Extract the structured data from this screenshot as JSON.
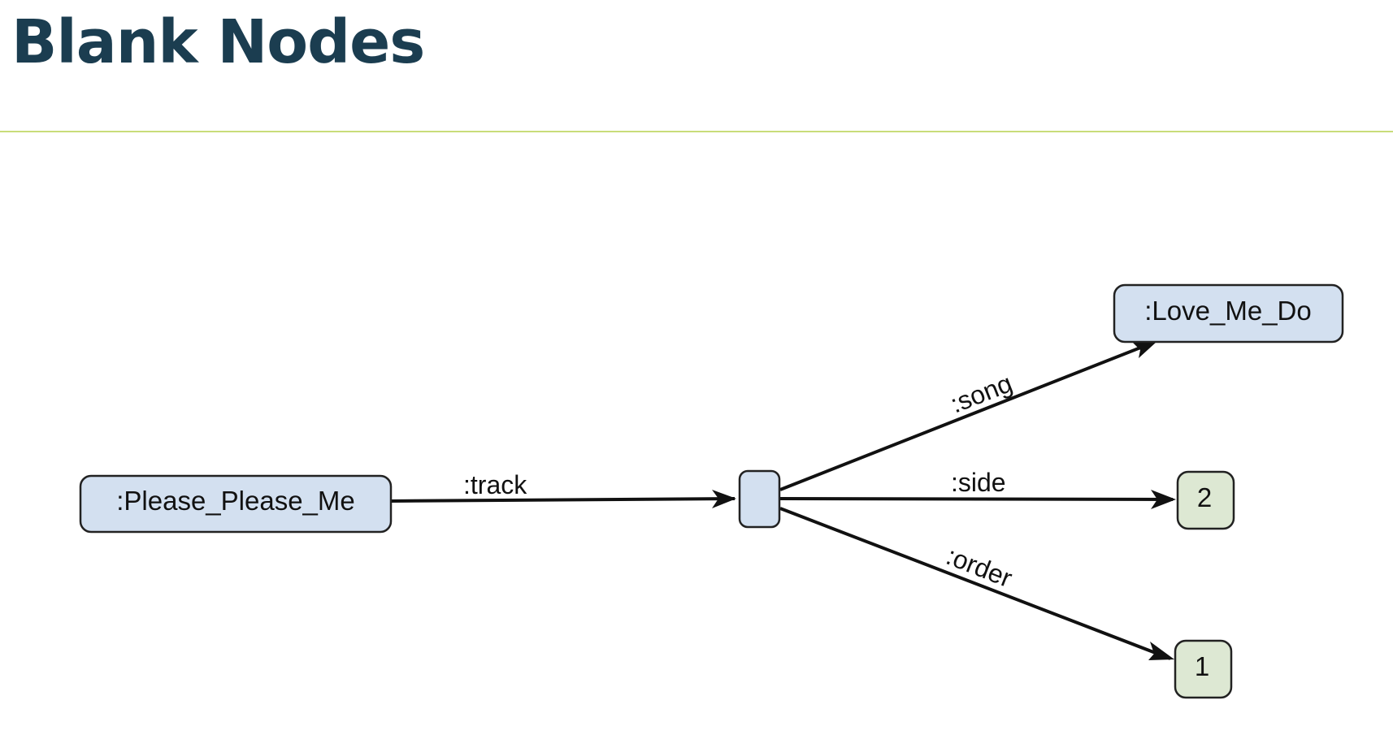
{
  "slide": {
    "title": "Blank Nodes"
  },
  "diagram": {
    "nodes": {
      "subject": {
        "label": ":Please_Please_Me",
        "kind": "resource"
      },
      "blank": {
        "label": "",
        "kind": "blank-node"
      },
      "song": {
        "label": ":Love_Me_Do",
        "kind": "resource"
      },
      "side": {
        "label": "2",
        "kind": "literal"
      },
      "order": {
        "label": "1",
        "kind": "literal"
      }
    },
    "edges": {
      "track": {
        "label": ":track",
        "from": "subject",
        "to": "blank"
      },
      "song": {
        "label": ":song",
        "from": "blank",
        "to": "song"
      },
      "side": {
        "label": ":side",
        "from": "blank",
        "to": "side"
      },
      "order": {
        "label": ":order",
        "from": "blank",
        "to": "order"
      }
    },
    "colors": {
      "resource_fill": "#d3e0f0",
      "literal_fill": "#dde8d3",
      "stroke": "#222222",
      "title": "#1b3d50",
      "rule": "#c9dd7a"
    }
  }
}
